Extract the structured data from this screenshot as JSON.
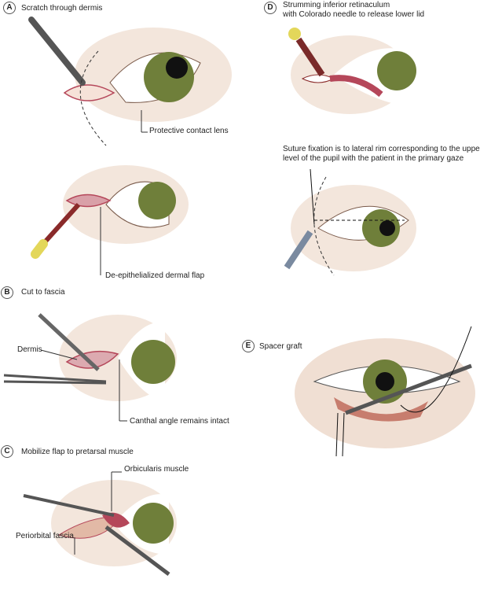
{
  "panels": {
    "A": {
      "badge": "A",
      "title": "Scratch through dermis",
      "label1": "Protective contact lens",
      "label2": "De-epithelialized dermal flap"
    },
    "B": {
      "badge": "B",
      "title": "Cut to fascia",
      "label1": "Dermis",
      "label2": "Canthal angle remains intact"
    },
    "C": {
      "badge": "C",
      "title": "Mobilize flap to pretarsal muscle",
      "label1": "Orbicularis muscle",
      "label2": "Periorbital fascia"
    },
    "D": {
      "badge": "D",
      "title_line1": "Strumming inferior retinaculum",
      "title_line2": "with Colorado needle to release lower lid",
      "note_line1": "Suture fixation is to lateral rim corresponding to the upper",
      "note_line2": "level of the pupil with the patient in the primary gaze"
    },
    "E": {
      "badge": "E",
      "title": "Spacer graft"
    }
  },
  "colors": {
    "iris": "#6f7f3a",
    "skin": "#efe0d4",
    "tissue": "#b5475a",
    "handle": "#e3d75a"
  }
}
